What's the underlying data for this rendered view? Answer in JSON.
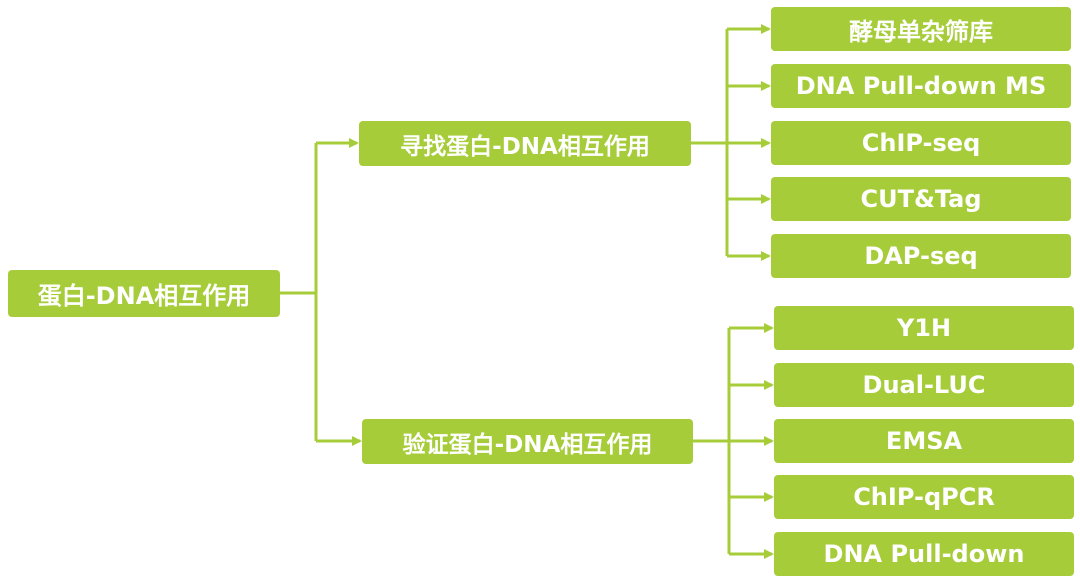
{
  "root": {
    "label": "蛋白-DNA相互作用"
  },
  "branches": [
    {
      "label": "寻找蛋白-DNA相互作用",
      "children": [
        "酵母单杂筛库",
        "DNA Pull-down MS",
        "ChIP-seq",
        "CUT&Tag",
        "DAP-seq"
      ]
    },
    {
      "label": "验证蛋白-DNA相互作用",
      "children": [
        "Y1H",
        "Dual-LUC",
        "EMSA",
        "ChIP-qPCR",
        "DNA Pull-down"
      ]
    }
  ],
  "colors": {
    "node": "#a6cc3a",
    "line": "#a6cc3a",
    "text": "#ffffff"
  }
}
